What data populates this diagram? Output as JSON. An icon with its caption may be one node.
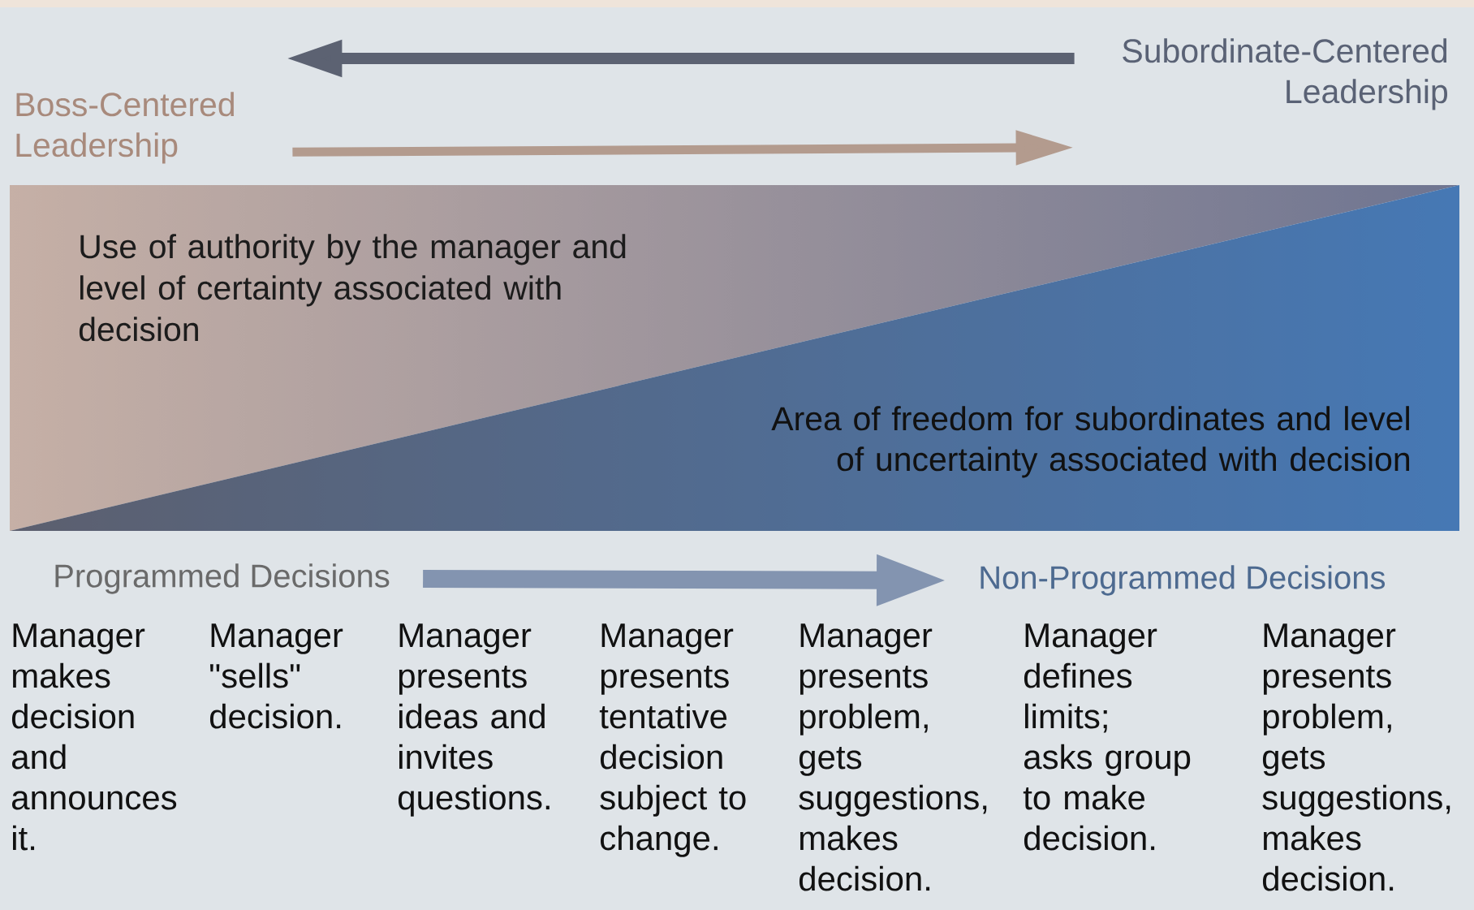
{
  "diagram": {
    "nodes": [
      {
        "text": [
          "Use of authority by the manager and level of certainty associated with decision"
        ]
      },
      {
        "text": [
          "Area of freedom for subordinates and level of uncertainty associated with decision"
        ]
      },
      {
        "text": [
          "Boss-Centered Leadership"
        ]
      },
      {
        "text": [
          "Subordinate-Centered Leadership"
        ]
      },
      {
        "text": [
          "Programmed Decisions"
        ]
      },
      {
        "text": [
          "Non-Programmed Decisions"
        ]
      }
    ],
    "edges": [
      {
        "from": 3,
        "to": 2,
        "arrow": "to",
        "color": "#5c6272"
      },
      {
        "from": 2,
        "to": 3,
        "arrow": "to",
        "color": "#b39b8e"
      },
      {
        "from": 4,
        "to": 5,
        "arrow": "to",
        "color": "#8394b0"
      }
    ],
    "labels": [
      "Manager makes decision and announces it.",
      "Manager \"sells\" decision.",
      "Manager presents ideas and invites questions.",
      "Manager presents tentative decision subject to change.",
      "Manager presents problem, gets suggestions, makes decision.",
      "Manager defines limits; asks group to make decision.",
      "Manager presents problem, gets suggestions, makes decision."
    ]
  }
}
